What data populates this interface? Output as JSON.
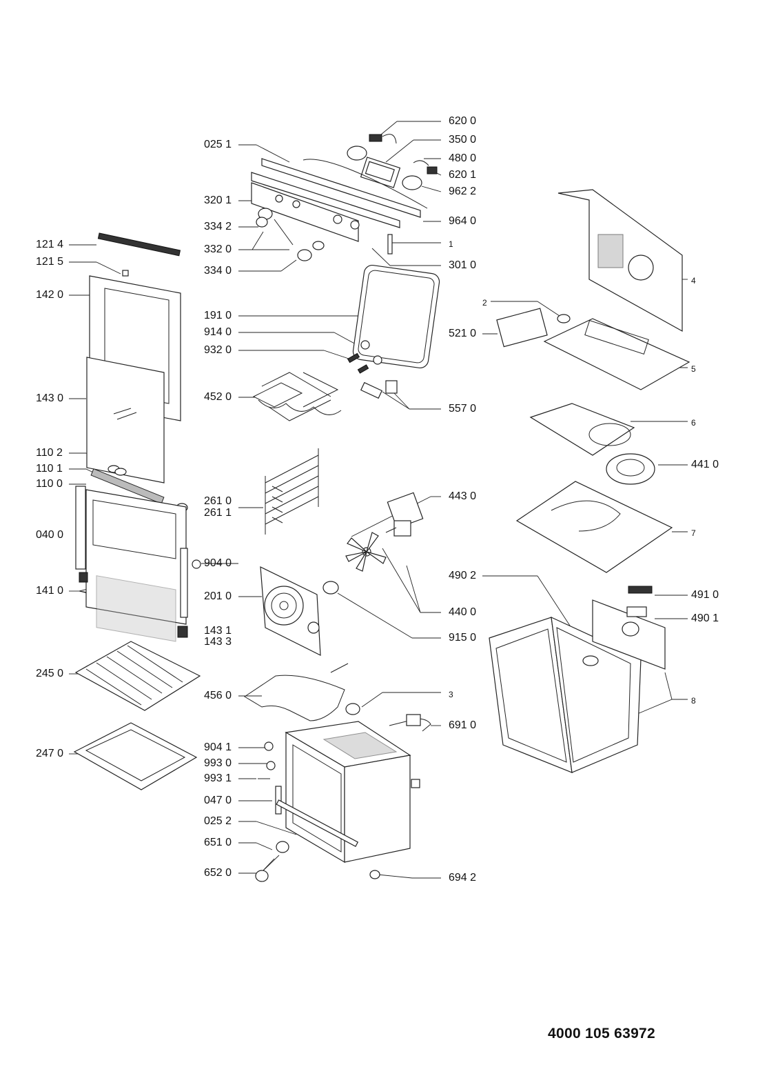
{
  "document_number": "4000 105 63972",
  "labels": {
    "l6200": "620 0",
    "l3500": "350 0",
    "l4800": "480 0",
    "l6201": "620 1",
    "l9622": "962 2",
    "l9640": "964 0",
    "l1": "1",
    "l3010": "301 0",
    "l0251": "025 1",
    "l3201": "320 1",
    "l3342": "334 2",
    "l3320": "332 0",
    "l3340": "334 0",
    "l1214": "121 4",
    "l1215": "121 5",
    "l1420": "142 0",
    "l1910": "191 0",
    "l9140": "914 0",
    "l9320": "932 0",
    "l4520": "452 0",
    "l5570": "557 0",
    "l1430": "143 0",
    "l1102": "110 2",
    "l1101": "110 1",
    "l1100": "110 0",
    "l0400": "040 0",
    "l2610": "261 0",
    "l2611": "261 1",
    "l4430": "443 0",
    "l9040": "904 0",
    "l1410": "141 0",
    "l2010": "201 0",
    "l4400": "440 0",
    "l1431": "143 1",
    "l1433": "143 3",
    "l9150": "915 0",
    "l2450": "245 0",
    "l4560": "456 0",
    "l3": "3",
    "l6910": "691 0",
    "l2470": "247 0",
    "l9041": "904 1",
    "l9930": "993 0",
    "l9931": "993 1",
    "l0470": "047 0",
    "l0252": "025 2",
    "l6510": "651 0",
    "l6520": "652 0",
    "l6942": "694 2",
    "l4": "4",
    "l2": "2",
    "l5210": "521 0",
    "l5": "5",
    "l6": "6",
    "l4410": "441 0",
    "l7": "7",
    "l4902": "490 2",
    "l4910": "491 0",
    "l4901": "490 1",
    "l8": "8"
  }
}
